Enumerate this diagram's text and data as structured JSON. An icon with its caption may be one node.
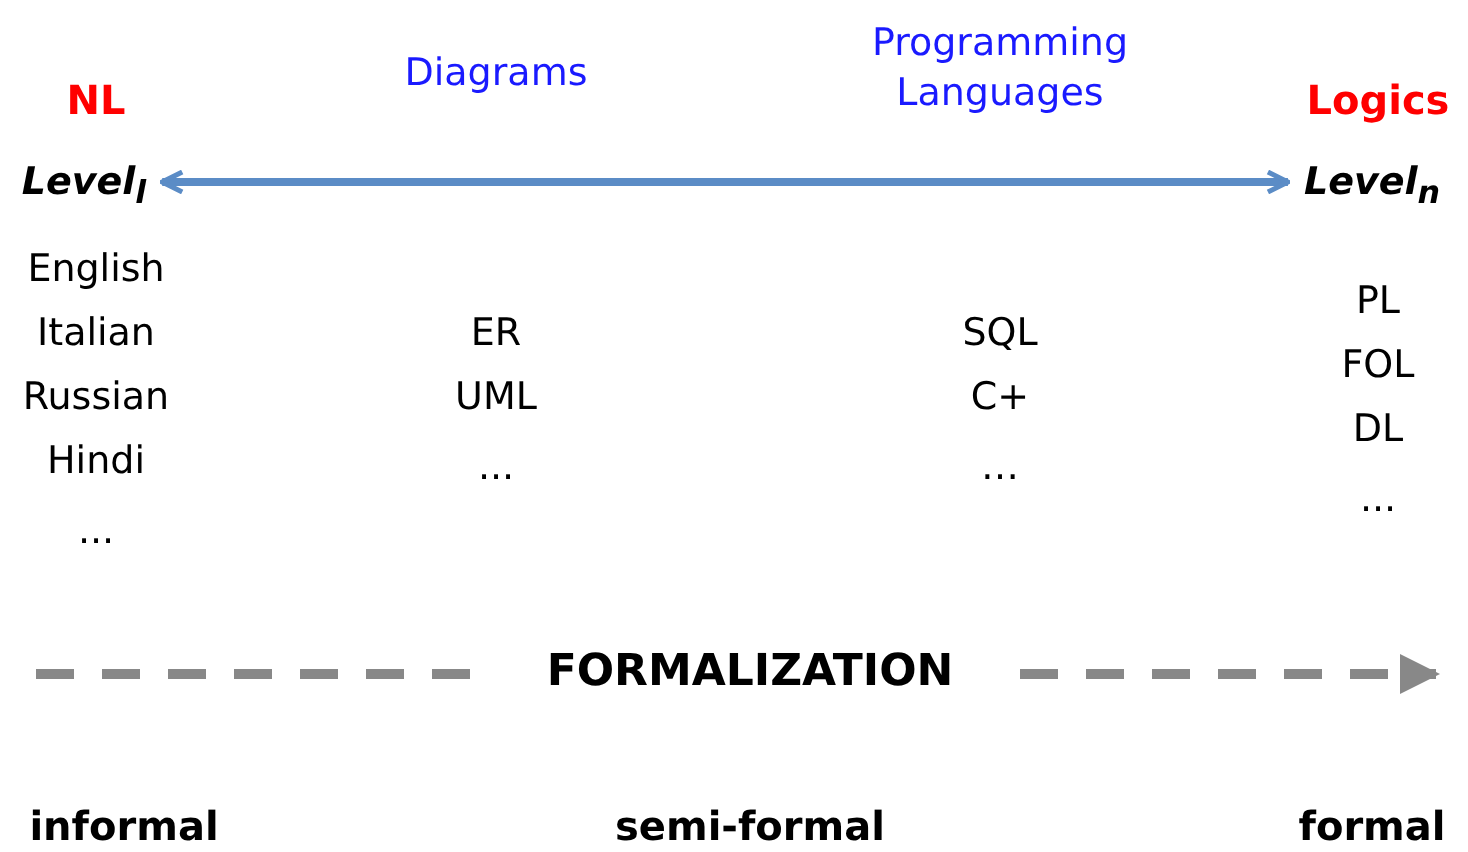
{
  "diagram": {
    "nodes": [
      {
        "text": [
          "Level$_{l}$"
        ]
      },
      {
        "text": [
          "Level$_{n}$"
        ]
      }
    ],
    "edges": [
      {
        "from": 0,
        "to": 1,
        "arrow": "both"
      }
    ],
    "labels": [
      "NL",
      "Diagrams",
      "Programming Languages",
      "Logics",
      "English",
      "Italian",
      "Russian",
      "Hindi",
      "...",
      "ER",
      "UML",
      "...",
      "SQL",
      "C+",
      "…",
      "PL",
      "FOL",
      "DL",
      "...",
      "FORMALIZATION",
      "informal",
      "semi-formal",
      "formal"
    ]
  }
}
